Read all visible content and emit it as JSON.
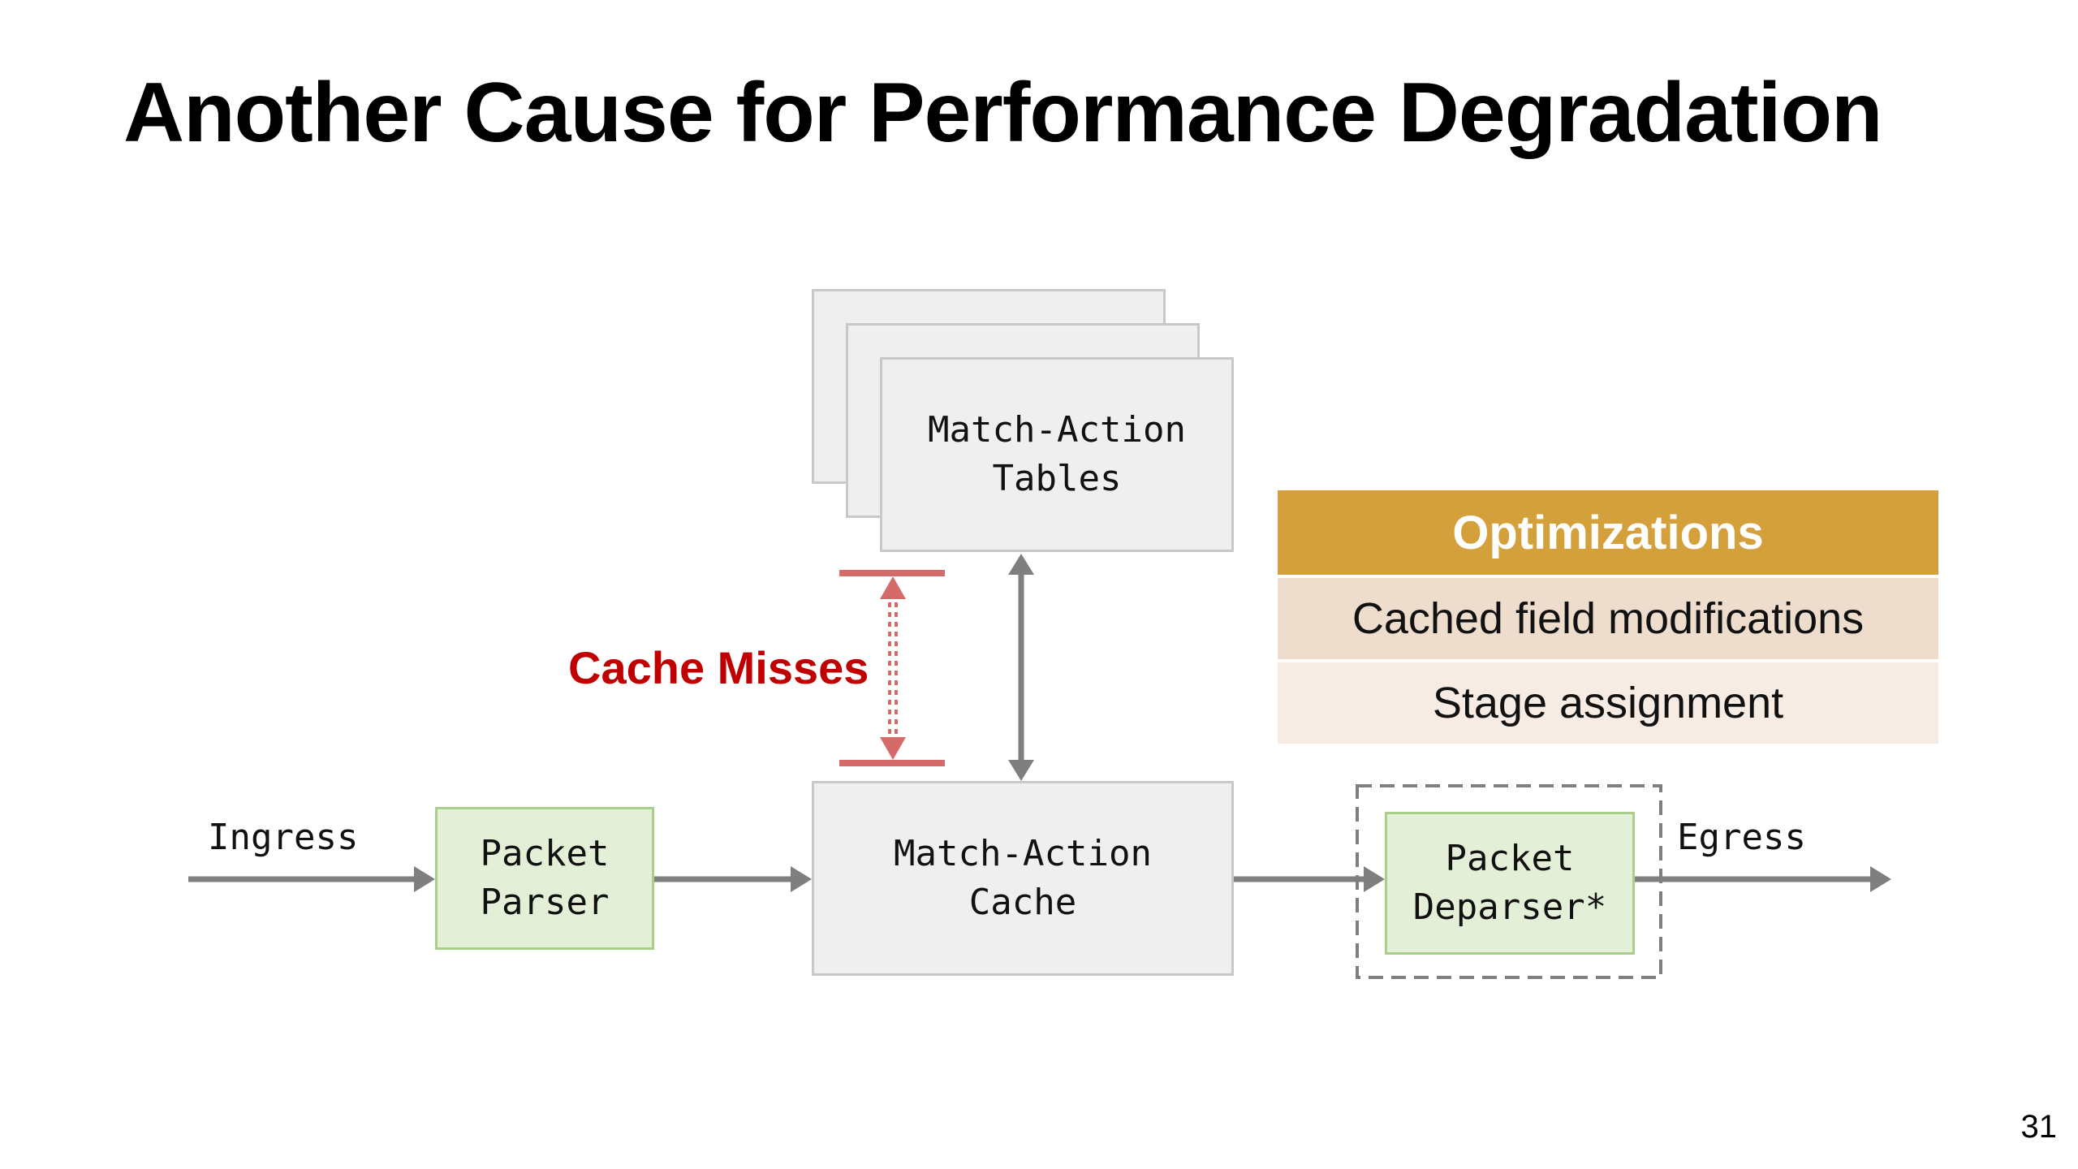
{
  "title": "Another Cause for Performance Degradation",
  "boxes": {
    "match_action_tables": "Match-Action\nTables",
    "packet_parser": "Packet\nParser",
    "match_action_cache": "Match-Action\nCache",
    "packet_deparser": "Packet\nDeparser*"
  },
  "labels": {
    "ingress": "Ingress",
    "egress": "Egress",
    "cache_misses": "Cache Misses"
  },
  "optimizations": {
    "header": "Optimizations",
    "items": [
      "Cached field modifications",
      "Stage assignment"
    ]
  },
  "page_number": "31",
  "colors": {
    "accent_gold": "#d4a03c",
    "cache_miss_red": "#c00000",
    "arrow_gray": "#7f7f7f",
    "miss_arrow": "#d46a6a"
  }
}
